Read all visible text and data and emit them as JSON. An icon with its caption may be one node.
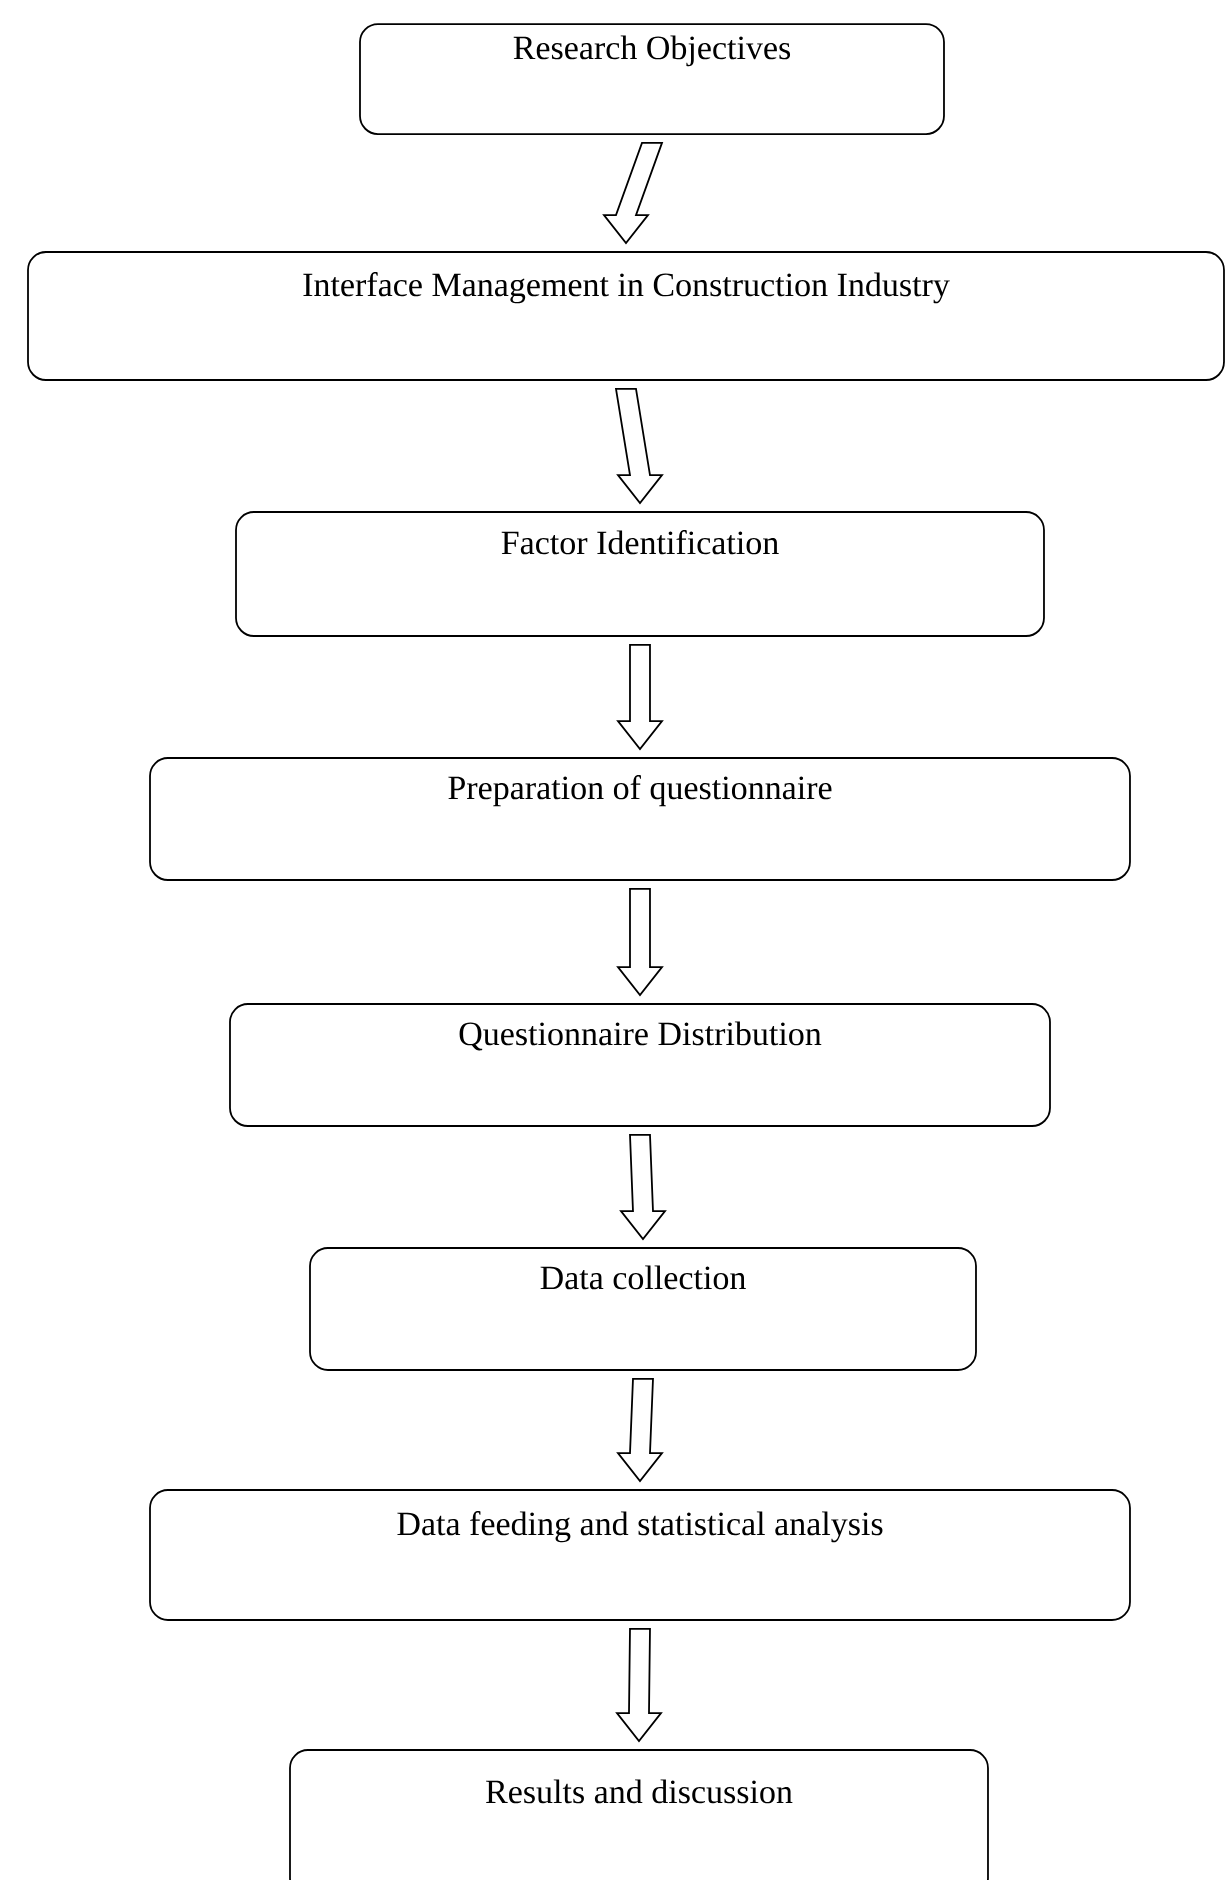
{
  "diagram": {
    "nodes": [
      {
        "text": [
          "Research Objectives"
        ]
      },
      {
        "text": [
          "Interface Management in Construction Industry"
        ]
      },
      {
        "text": [
          "Factor Identification"
        ]
      },
      {
        "text": [
          "Preparation of questionnaire"
        ]
      },
      {
        "text": [
          "Questionnaire Distribution"
        ]
      },
      {
        "text": [
          "Data collection"
        ]
      },
      {
        "text": [
          "Data feeding and statistical analysis"
        ]
      },
      {
        "text": [
          "Results and discussion"
        ]
      }
    ],
    "edges": [
      {
        "from": 0,
        "to": 1,
        "arrow": "to"
      },
      {
        "from": 1,
        "to": 2,
        "arrow": "to"
      },
      {
        "from": 2,
        "to": 3,
        "arrow": "to"
      },
      {
        "from": 3,
        "to": 4,
        "arrow": "to"
      },
      {
        "from": 4,
        "to": 5,
        "arrow": "to"
      },
      {
        "from": 5,
        "to": 6,
        "arrow": "to"
      },
      {
        "from": 6,
        "to": 7,
        "arrow": "to"
      }
    ]
  }
}
